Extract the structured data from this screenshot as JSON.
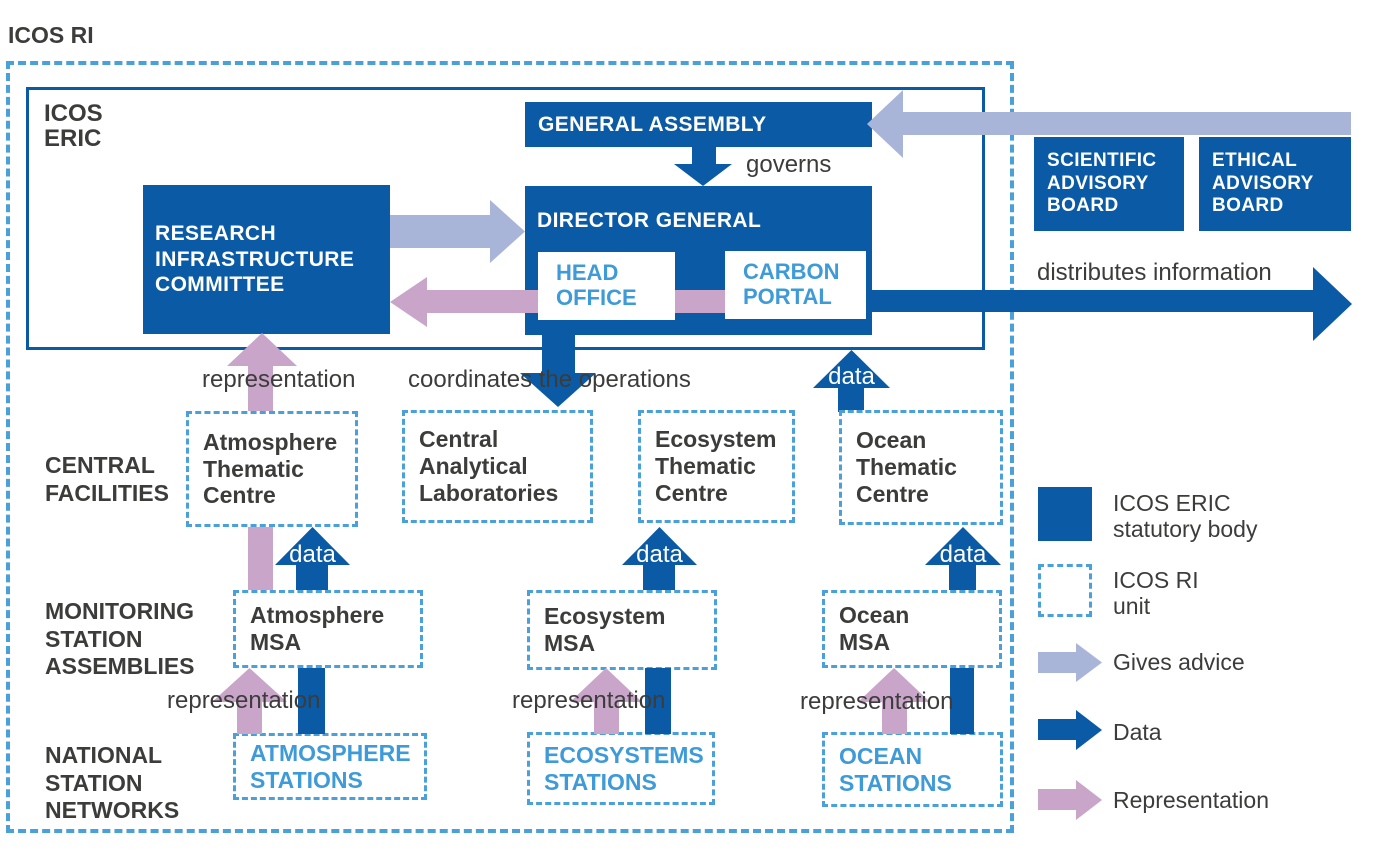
{
  "title": "ICOS RI",
  "colors": {
    "primary": "#0b5aa5",
    "sky": "#3f9bd8",
    "dashed": "#4aa0d8",
    "lavender": "#a9b4d9",
    "pink": "#c9a5c9",
    "ink": "#3c3c3b"
  },
  "eric": {
    "label": "ICOS ERIC",
    "general_assembly": "GENERAL ASSEMBLY",
    "director_general": "DIRECTOR GENERAL",
    "head_office": "HEAD OFFICE",
    "carbon_portal": "CARBON PORTAL",
    "committee": "RESEARCH INFRASTRUCTURE COMMITTEE"
  },
  "advisory": {
    "scientific": "SCIENTIFIC ADVISORY BOARD",
    "ethical": "ETHICAL ADVISORY BOARD"
  },
  "annotations": {
    "governs": "governs",
    "distributes": "distributes information",
    "coordinates": "coordinates the operations",
    "representation": "representation",
    "data": "data"
  },
  "rows": {
    "central_facilities": "CENTRAL FACILITIES",
    "monitoring": "MONITORING STATION ASSEMBLIES",
    "national": "NATIONAL STATION NETWORKS"
  },
  "central_facilities": [
    "Atmosphere Thematic Centre",
    "Central Analytical Laboratories",
    "Ecosystem Thematic Centre",
    "Ocean Thematic Centre"
  ],
  "msas": [
    "Atmosphere MSA",
    "Ecosystem MSA",
    "Ocean MSA"
  ],
  "stations": [
    "ATMOSPHERE STATIONS",
    "ECOSYSTEMS STATIONS",
    "OCEAN STATIONS"
  ],
  "legend": {
    "statutory": "ICOS ERIC statutory body",
    "ri_unit": "ICOS RI unit",
    "gives_advice": "Gives advice",
    "data": "Data",
    "representation": "Representation"
  }
}
